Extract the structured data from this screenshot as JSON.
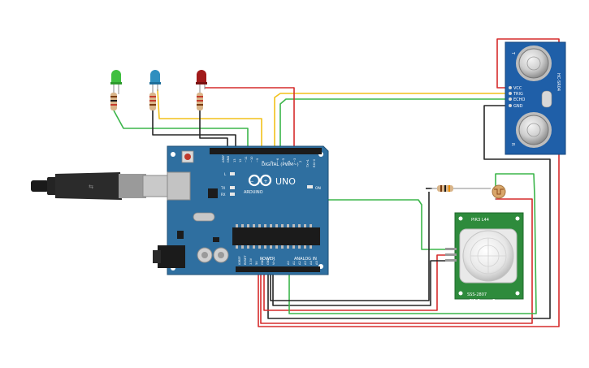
{
  "arduino": {
    "brand": "ARDUINO",
    "model": "UNO",
    "digital_label": "DIGITAL (PWM~)",
    "analog_label": "ANALOG IN",
    "power_label": "POWER",
    "on_label": "ON",
    "tx_label": "TX",
    "rx_label": "RX",
    "l_label": "L",
    "aref_label": "AREF",
    "gnd_label": "GND",
    "digital_pins": [
      "13",
      "12",
      "~11",
      "~10",
      "~9",
      "8",
      "7",
      "~6",
      "~5",
      "4",
      "~3",
      "2",
      "TX→1",
      "RX←0"
    ],
    "power_pins": [
      "IOREF",
      "RESET",
      "3.3V",
      "5V",
      "GND",
      "GND",
      "Vin"
    ],
    "analog_pins": [
      "A0",
      "A1",
      "A2",
      "A3",
      "A4",
      "A5"
    ],
    "board_color": "#2f6fa0"
  },
  "ultrasonic": {
    "model": "HC-SR04",
    "pins": [
      "VCC",
      "TRIG",
      "ECHO",
      "GND"
    ],
    "left_mark": "T",
    "right_mark": "R"
  },
  "pir": {
    "top_text": "PIR3 L44",
    "bottom_text": "SSS-2807",
    "side_text": "PIR Sensor B"
  },
  "leds": [
    {
      "color": "green",
      "hex": "#3fbf3f"
    },
    {
      "color": "blue",
      "hex": "#2f8fbf"
    },
    {
      "color": "red",
      "hex": "#a11a1a"
    }
  ],
  "wire_colors": {
    "red": "#d62b2b",
    "black": "#262626",
    "green": "#3bb54a",
    "yellow": "#f2c11a"
  }
}
